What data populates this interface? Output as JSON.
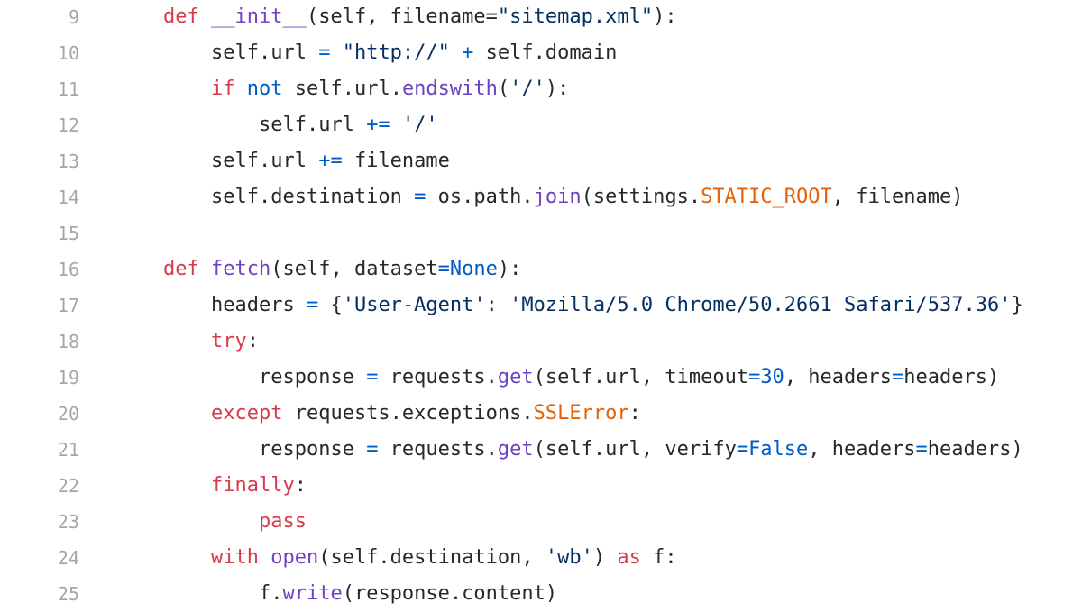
{
  "editor": {
    "lines": [
      {
        "number": "9",
        "indent": "",
        "tokens": [
          {
            "t": "def",
            "k": "kw"
          },
          {
            "t": " ",
            "k": ""
          },
          {
            "t": "__init__",
            "k": "fn"
          },
          {
            "t": "(self, filename=",
            "k": ""
          },
          {
            "t": "\"sitemap.xml\"",
            "k": "str"
          },
          {
            "t": "):",
            "k": ""
          }
        ]
      },
      {
        "number": "10",
        "indent": "    ",
        "tokens": [
          {
            "t": "self.url ",
            "k": ""
          },
          {
            "t": "=",
            "k": "op"
          },
          {
            "t": " ",
            "k": ""
          },
          {
            "t": "\"http://\"",
            "k": "str"
          },
          {
            "t": " ",
            "k": ""
          },
          {
            "t": "+",
            "k": "op"
          },
          {
            "t": " self.domain",
            "k": ""
          }
        ]
      },
      {
        "number": "11",
        "indent": "    ",
        "tokens": [
          {
            "t": "if",
            "k": "kw"
          },
          {
            "t": " ",
            "k": ""
          },
          {
            "t": "not",
            "k": "op"
          },
          {
            "t": " self.url.",
            "k": ""
          },
          {
            "t": "endswith",
            "k": "fn"
          },
          {
            "t": "(",
            "k": ""
          },
          {
            "t": "'/'",
            "k": "str"
          },
          {
            "t": "):",
            "k": ""
          }
        ]
      },
      {
        "number": "12",
        "indent": "        ",
        "tokens": [
          {
            "t": "self.url ",
            "k": ""
          },
          {
            "t": "+=",
            "k": "op"
          },
          {
            "t": " ",
            "k": ""
          },
          {
            "t": "'/'",
            "k": "str"
          }
        ]
      },
      {
        "number": "13",
        "indent": "    ",
        "tokens": [
          {
            "t": "self.url ",
            "k": ""
          },
          {
            "t": "+=",
            "k": "op"
          },
          {
            "t": " filename",
            "k": ""
          }
        ]
      },
      {
        "number": "14",
        "indent": "    ",
        "tokens": [
          {
            "t": "self.destination ",
            "k": ""
          },
          {
            "t": "=",
            "k": "op"
          },
          {
            "t": " os.path.",
            "k": ""
          },
          {
            "t": "join",
            "k": "fn"
          },
          {
            "t": "(settings.",
            "k": ""
          },
          {
            "t": "STATIC_ROOT",
            "k": "cls"
          },
          {
            "t": ", filename)",
            "k": ""
          }
        ]
      },
      {
        "number": "15",
        "indent": "",
        "tokens": []
      },
      {
        "number": "16",
        "indent": "",
        "tokens": [
          {
            "t": "def",
            "k": "kw"
          },
          {
            "t": " ",
            "k": ""
          },
          {
            "t": "fetch",
            "k": "fn"
          },
          {
            "t": "(self, dataset",
            "k": ""
          },
          {
            "t": "=",
            "k": "op"
          },
          {
            "t": "None",
            "k": "cst"
          },
          {
            "t": "):",
            "k": ""
          }
        ]
      },
      {
        "number": "17",
        "indent": "    ",
        "tokens": [
          {
            "t": "headers ",
            "k": ""
          },
          {
            "t": "=",
            "k": "op"
          },
          {
            "t": " {",
            "k": ""
          },
          {
            "t": "'User-Agent'",
            "k": "str"
          },
          {
            "t": ": ",
            "k": ""
          },
          {
            "t": "'Mozilla/5.0 Chrome/50.2661 Safari/537.36'",
            "k": "str"
          },
          {
            "t": "}",
            "k": ""
          }
        ]
      },
      {
        "number": "18",
        "indent": "    ",
        "tokens": [
          {
            "t": "try",
            "k": "kw"
          },
          {
            "t": ":",
            "k": ""
          }
        ]
      },
      {
        "number": "19",
        "indent": "        ",
        "tokens": [
          {
            "t": "response ",
            "k": ""
          },
          {
            "t": "=",
            "k": "op"
          },
          {
            "t": " requests.",
            "k": ""
          },
          {
            "t": "get",
            "k": "fn"
          },
          {
            "t": "(self.url, timeout",
            "k": ""
          },
          {
            "t": "=",
            "k": "op"
          },
          {
            "t": "30",
            "k": "num"
          },
          {
            "t": ", headers",
            "k": ""
          },
          {
            "t": "=",
            "k": "op"
          },
          {
            "t": "headers)",
            "k": ""
          }
        ]
      },
      {
        "number": "20",
        "indent": "    ",
        "tokens": [
          {
            "t": "except",
            "k": "kw"
          },
          {
            "t": " requests.exceptions.",
            "k": ""
          },
          {
            "t": "SSLError",
            "k": "cls"
          },
          {
            "t": ":",
            "k": ""
          }
        ]
      },
      {
        "number": "21",
        "indent": "        ",
        "tokens": [
          {
            "t": "response ",
            "k": ""
          },
          {
            "t": "=",
            "k": "op"
          },
          {
            "t": " requests.",
            "k": ""
          },
          {
            "t": "get",
            "k": "fn"
          },
          {
            "t": "(self.url, verify",
            "k": ""
          },
          {
            "t": "=",
            "k": "op"
          },
          {
            "t": "False",
            "k": "cst"
          },
          {
            "t": ", headers",
            "k": ""
          },
          {
            "t": "=",
            "k": "op"
          },
          {
            "t": "headers)",
            "k": ""
          }
        ]
      },
      {
        "number": "22",
        "indent": "    ",
        "tokens": [
          {
            "t": "finally",
            "k": "kw"
          },
          {
            "t": ":",
            "k": ""
          }
        ]
      },
      {
        "number": "23",
        "indent": "        ",
        "tokens": [
          {
            "t": "pass",
            "k": "kw"
          }
        ]
      },
      {
        "number": "24",
        "indent": "    ",
        "tokens": [
          {
            "t": "with",
            "k": "kw"
          },
          {
            "t": " ",
            "k": ""
          },
          {
            "t": "open",
            "k": "fn"
          },
          {
            "t": "(self.destination, ",
            "k": ""
          },
          {
            "t": "'wb'",
            "k": "str"
          },
          {
            "t": ") ",
            "k": ""
          },
          {
            "t": "as",
            "k": "kw"
          },
          {
            "t": " f:",
            "k": ""
          }
        ]
      },
      {
        "number": "25",
        "indent": "        ",
        "tokens": [
          {
            "t": "f.",
            "k": ""
          },
          {
            "t": "write",
            "k": "fn"
          },
          {
            "t": "(response.content)",
            "k": ""
          }
        ]
      }
    ]
  }
}
